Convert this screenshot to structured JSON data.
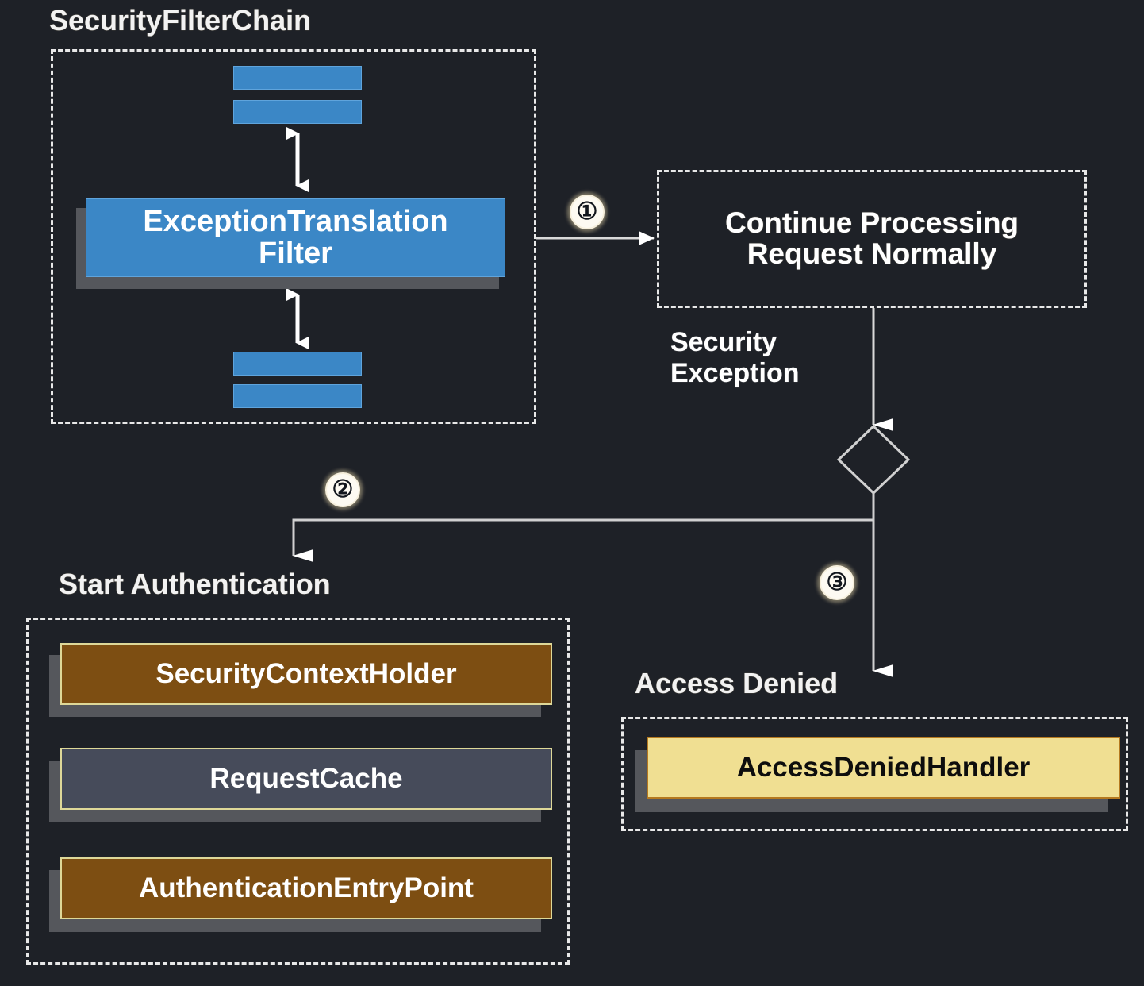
{
  "diagram": {
    "title": "Spring Security ExceptionTranslationFilter flow",
    "background_color": "#1e2127",
    "groups": [
      {
        "id": "security-filter-chain",
        "label": "SecurityFilterChain"
      },
      {
        "id": "start-authentication",
        "label": "Start Authentication"
      },
      {
        "id": "access-denied",
        "label": "Access Denied"
      }
    ],
    "nodes": {
      "filter_above_1": {
        "label": "",
        "color": "#3b87c6"
      },
      "filter_above_2": {
        "label": "",
        "color": "#3b87c6"
      },
      "exception_translation_filter": {
        "label": "ExceptionTranslation\nFilter",
        "color": "#3b87c6"
      },
      "filter_below_1": {
        "label": "",
        "color": "#3b87c6"
      },
      "filter_below_2": {
        "label": "",
        "color": "#3b87c6"
      },
      "continue_processing": {
        "label": "Continue Processing\nRequest Normally",
        "color": "transparent"
      },
      "security_context_holder": {
        "label": "SecurityContextHolder",
        "color": "#7d4e12"
      },
      "request_cache": {
        "label": "RequestCache",
        "color": "#464b5a"
      },
      "authentication_entry_point": {
        "label": "AuthenticationEntryPoint",
        "color": "#7d4e12"
      },
      "access_denied_handler": {
        "label": "AccessDeniedHandler",
        "color": "#f0df92"
      }
    },
    "edges": [
      {
        "id": "edge-1",
        "from": "exception_translation_filter",
        "to": "continue_processing",
        "badge": "①",
        "label": ""
      },
      {
        "id": "edge-exception",
        "from": "continue_processing",
        "to": "decision",
        "badge": "",
        "label": "Security\nException"
      },
      {
        "id": "edge-2",
        "from": "decision",
        "to": "start-authentication",
        "badge": "②",
        "label": ""
      },
      {
        "id": "edge-3",
        "from": "decision",
        "to": "access-denied",
        "badge": "③",
        "label": ""
      }
    ],
    "decision": {
      "shape": "diamond",
      "label": ""
    },
    "badges": {
      "one": "①",
      "two": "②",
      "three": "③"
    },
    "free_labels": {
      "security_exception": "Security\nException"
    }
  }
}
